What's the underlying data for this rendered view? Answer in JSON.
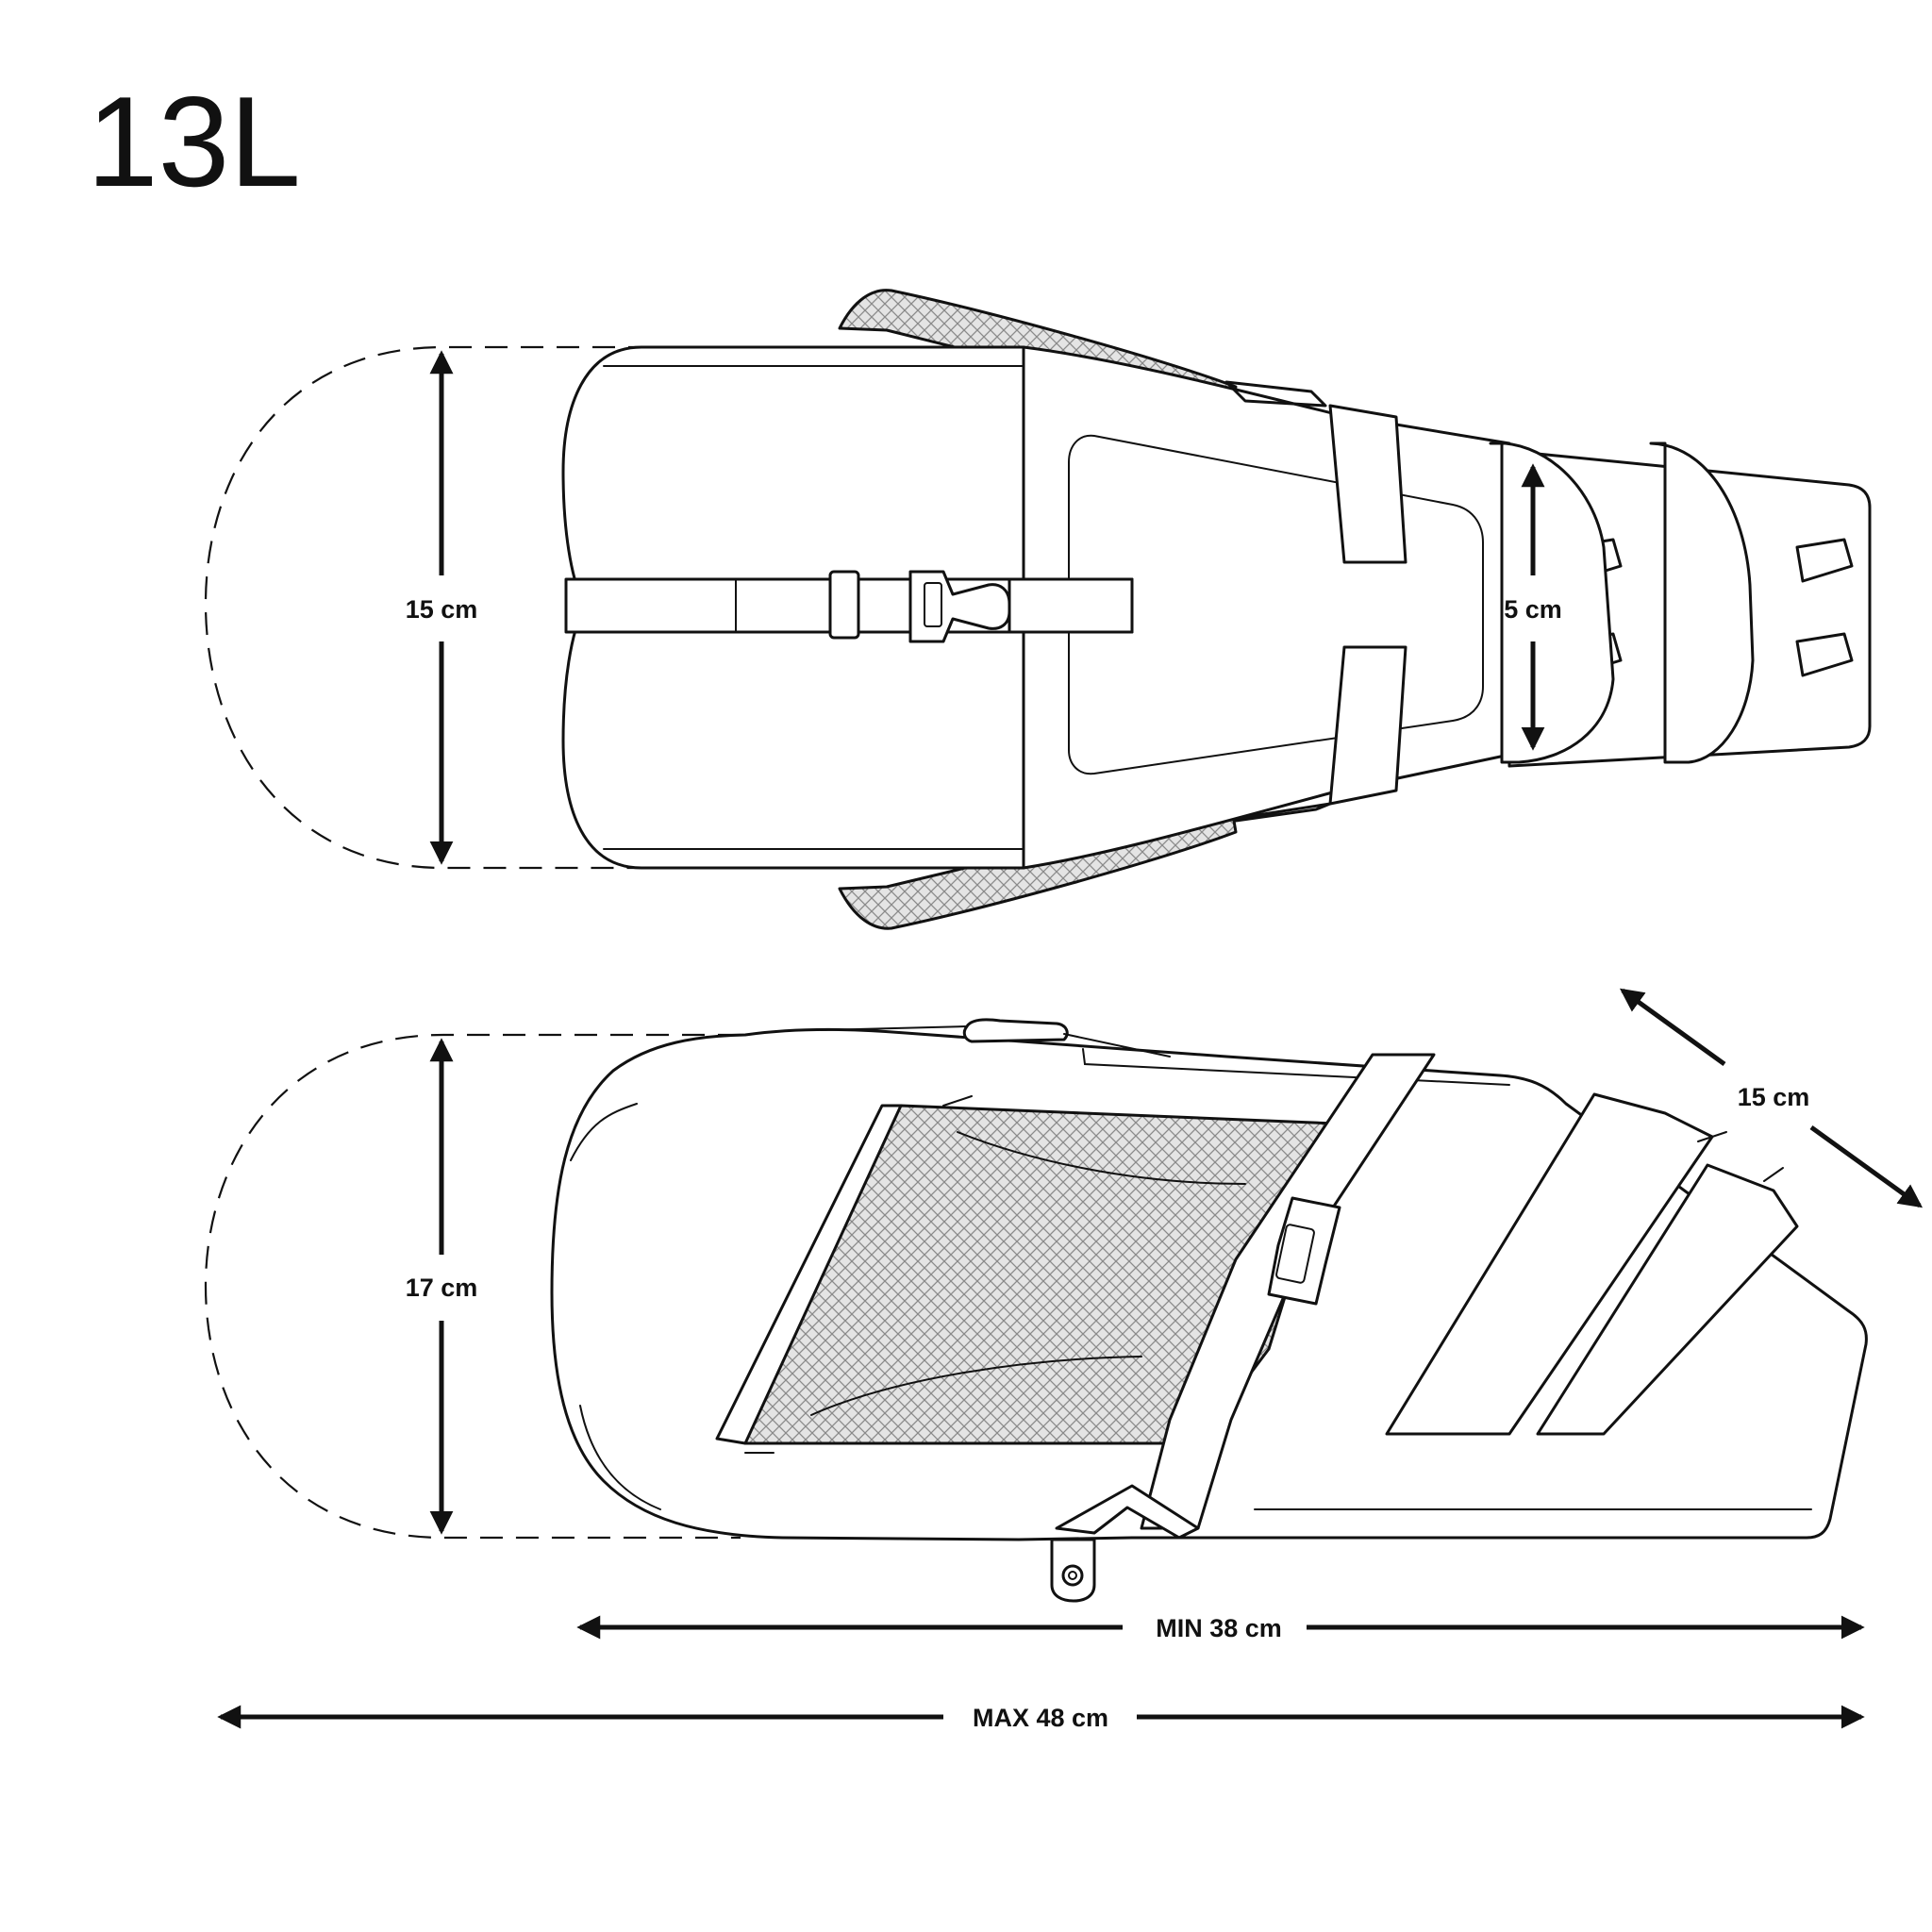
{
  "title": "13L",
  "dimensions": {
    "top_width": "15 cm",
    "top_mount_width": "5 cm",
    "side_height": "17 cm",
    "side_depth": "15 cm",
    "min_length": "MIN 38 cm",
    "max_length": "MAX 48 cm"
  },
  "colors": {
    "line": "#111111",
    "mesh": "#d8d8d8",
    "background": "#ffffff"
  }
}
